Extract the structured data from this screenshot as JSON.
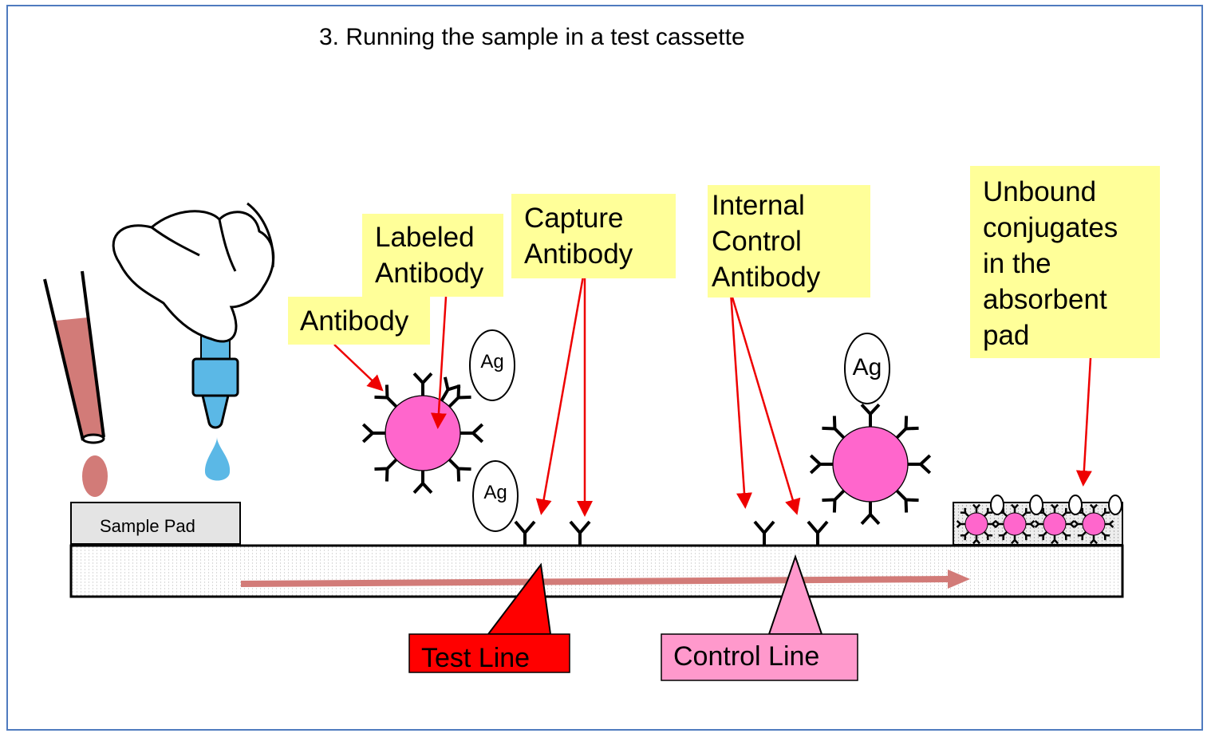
{
  "title": "3. Running the sample in a test cassette",
  "labels": {
    "antibody": "Antibody",
    "labeled_antibody": [
      "Labeled",
      "Antibody"
    ],
    "capture_antibody": [
      "Capture",
      "Antibody"
    ],
    "internal_control_antibody": [
      "Internal",
      "Control",
      "Antibody"
    ],
    "unbound_conjugates": [
      "Unbound",
      "conjugates",
      "in the",
      "absorbent",
      "pad"
    ],
    "sample_pad": "Sample Pad",
    "antigen": "Ag",
    "test_line": "Test Line",
    "control_line": "Control Line"
  },
  "colors": {
    "frame": "#4f7bbf",
    "note": "#ffff99",
    "test_line": "#ff0000",
    "control_line": "#ff99cc",
    "particle": "#ff66cc",
    "arrow": "#ee0000",
    "sample": "#d27b78",
    "buffer": "#5bb8e6",
    "flow_arrow": "#d27b78"
  }
}
